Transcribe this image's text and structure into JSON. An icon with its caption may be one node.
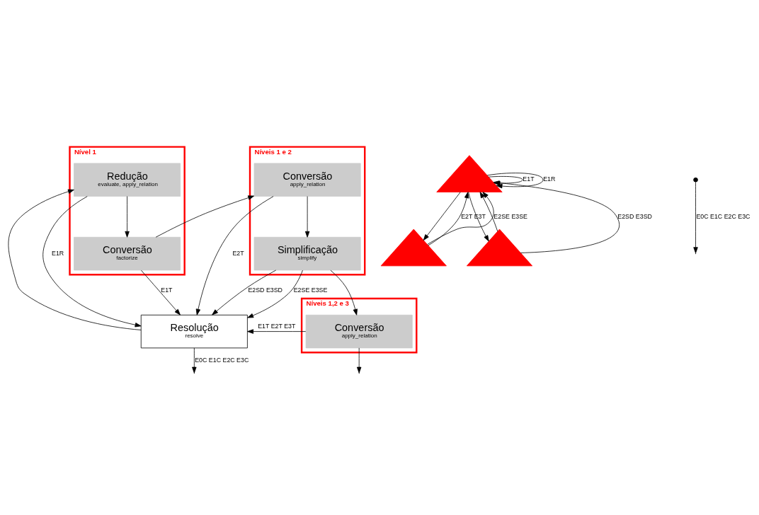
{
  "diagram": {
    "nodes": [
      {
        "text": [
          "Resolução",
          "resolve"
        ]
      },
      {
        "text": [
          "Nível 1"
        ]
      },
      {
        "text": [
          "Redução",
          "evaluate, apply_relation"
        ],
        "in": 1
      },
      {
        "text": [
          "Conversão",
          "factorize"
        ],
        "in": 1
      },
      {
        "text": [
          "Níveis 1 e 2"
        ]
      },
      {
        "text": [
          "Conversão",
          "apply_relation"
        ],
        "in": 4
      },
      {
        "text": [
          "Simplificação",
          "simplify"
        ],
        "in": 4
      },
      {
        "text": [
          "Níveis 1,2 e 3"
        ]
      },
      {
        "text": [
          "Conversão",
          "apply_relation"
        ],
        "in": 7
      },
      {
        "text": [],
        "shape": "triangle"
      },
      {
        "text": [],
        "shape": "triangle"
      },
      {
        "text": [],
        "shape": "circle"
      },
      {
        "text": [],
        "shape": "triangle"
      }
    ],
    "edges": [
      {
        "from": 0,
        "to": 2,
        "arrow": "to"
      },
      {
        "from": 2,
        "to": 3,
        "arrow": "to"
      },
      {
        "from": 3,
        "to": 5,
        "arrow": "to"
      },
      {
        "from": 5,
        "to": 6,
        "arrow": "to"
      },
      {
        "from": 6,
        "to": 8,
        "arrow": "to"
      },
      {
        "from": 2,
        "to": 0,
        "arrow": "to",
        "label": "E1R"
      },
      {
        "from": 3,
        "to": 0,
        "arrow": "to",
        "label": "E1T"
      },
      {
        "from": 5,
        "to": 0,
        "arrow": "to",
        "label": "E2T"
      },
      {
        "from": 6,
        "to": 0,
        "arrow": "to",
        "label": "E2SE E3SE"
      },
      {
        "from": 6,
        "to": 0,
        "arrow": "to",
        "label": "E2SD E3SD"
      },
      {
        "from": 8,
        "to": 0,
        "arrow": "to",
        "label": "E1T E2T E3T"
      },
      {
        "from": 0,
        "to": null,
        "arrow": "to",
        "label": "E0C E1C E2C E3C"
      },
      {
        "from": 8,
        "to": null,
        "arrow": "to"
      },
      {
        "from": 9,
        "to": 9,
        "arrow": "to",
        "label": "E1T"
      },
      {
        "from": 9,
        "to": 9,
        "arrow": "to",
        "label": "E1R"
      },
      {
        "from": 9,
        "to": 10,
        "arrow": "to"
      },
      {
        "from": 9,
        "to": 12,
        "arrow": "to"
      },
      {
        "from": 10,
        "to": 9,
        "arrow": "to",
        "label": "E2T E3T"
      },
      {
        "from": 12,
        "to": 9,
        "arrow": "to"
      },
      {
        "from": 10,
        "to": 9,
        "arrow": "to",
        "label": "E2SE E3SE"
      },
      {
        "from": 12,
        "to": 9,
        "arrow": "to",
        "label": "E2SD E3SD"
      },
      {
        "from": 11,
        "to": null,
        "arrow": "to",
        "label": "E0C E1C E2C E3C"
      }
    ]
  }
}
